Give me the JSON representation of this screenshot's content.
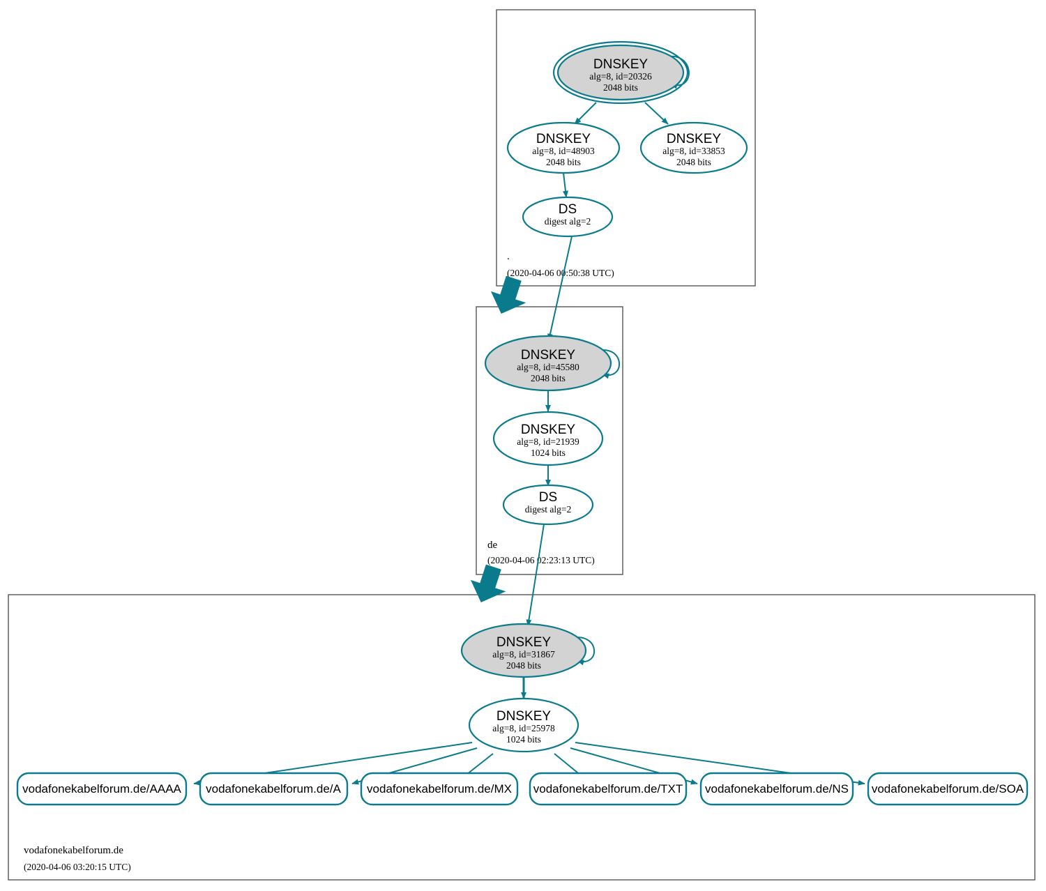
{
  "diagram": {
    "type": "dnssec-authentication-chain",
    "title": "vodafonekabelforum.de DNSSEC authentication chain",
    "colors": {
      "edge": "#0a7b8c",
      "node_border": "#0a7b8c",
      "ksk_fill": "#d3d3d3",
      "zsk_fill": "#ffffff",
      "zone_border": "#555555",
      "text": "#000000"
    }
  },
  "zones": [
    {
      "id": "root",
      "name": ".",
      "timestamp": "(2020-04-06 00:50:38 UTC)",
      "nodes": [
        {
          "id": "root-ksk",
          "kind": "DNSKEY",
          "title": "DNSKEY",
          "detail1": "alg=8, id=20326",
          "detail2": "2048 bits",
          "role": "ksk",
          "trust_anchor": true,
          "self_signed": true
        },
        {
          "id": "root-zsk-48903",
          "kind": "DNSKEY",
          "title": "DNSKEY",
          "detail1": "alg=8, id=48903",
          "detail2": "2048 bits",
          "role": "zsk",
          "trust_anchor": false,
          "self_signed": false
        },
        {
          "id": "root-zsk-33853",
          "kind": "DNSKEY",
          "title": "DNSKEY",
          "detail1": "alg=8, id=33853",
          "detail2": "2048 bits",
          "role": "zsk",
          "trust_anchor": false,
          "self_signed": false
        },
        {
          "id": "root-ds",
          "kind": "DS",
          "title": "DS",
          "detail1": "digest alg=2",
          "detail2": "",
          "role": "ds",
          "trust_anchor": false,
          "self_signed": false
        }
      ]
    },
    {
      "id": "de",
      "name": "de",
      "timestamp": "(2020-04-06 02:23:13 UTC)",
      "nodes": [
        {
          "id": "de-ksk",
          "kind": "DNSKEY",
          "title": "DNSKEY",
          "detail1": "alg=8, id=45580",
          "detail2": "2048 bits",
          "role": "ksk",
          "trust_anchor": false,
          "self_signed": true
        },
        {
          "id": "de-zsk",
          "kind": "DNSKEY",
          "title": "DNSKEY",
          "detail1": "alg=8, id=21939",
          "detail2": "1024 bits",
          "role": "zsk",
          "trust_anchor": false,
          "self_signed": false
        },
        {
          "id": "de-ds",
          "kind": "DS",
          "title": "DS",
          "detail1": "digest alg=2",
          "detail2": "",
          "role": "ds",
          "trust_anchor": false,
          "self_signed": false
        }
      ]
    },
    {
      "id": "vkf",
      "name": "vodafonekabelforum.de",
      "timestamp": "(2020-04-06 03:20:15 UTC)",
      "nodes": [
        {
          "id": "vkf-ksk",
          "kind": "DNSKEY",
          "title": "DNSKEY",
          "detail1": "alg=8, id=31867",
          "detail2": "2048 bits",
          "role": "ksk",
          "trust_anchor": false,
          "self_signed": true
        },
        {
          "id": "vkf-zsk",
          "kind": "DNSKEY",
          "title": "DNSKEY",
          "detail1": "alg=8, id=25978",
          "detail2": "1024 bits",
          "role": "zsk",
          "trust_anchor": false,
          "self_signed": false
        }
      ],
      "rrsets": [
        {
          "id": "rrset-aaaa",
          "label": "vodafonekabelforum.de/AAAA"
        },
        {
          "id": "rrset-a",
          "label": "vodafonekabelforum.de/A"
        },
        {
          "id": "rrset-mx",
          "label": "vodafonekabelforum.de/MX"
        },
        {
          "id": "rrset-txt",
          "label": "vodafonekabelforum.de/TXT"
        },
        {
          "id": "rrset-ns",
          "label": "vodafonekabelforum.de/NS"
        },
        {
          "id": "rrset-soa",
          "label": "vodafonekabelforum.de/SOA"
        }
      ]
    }
  ]
}
